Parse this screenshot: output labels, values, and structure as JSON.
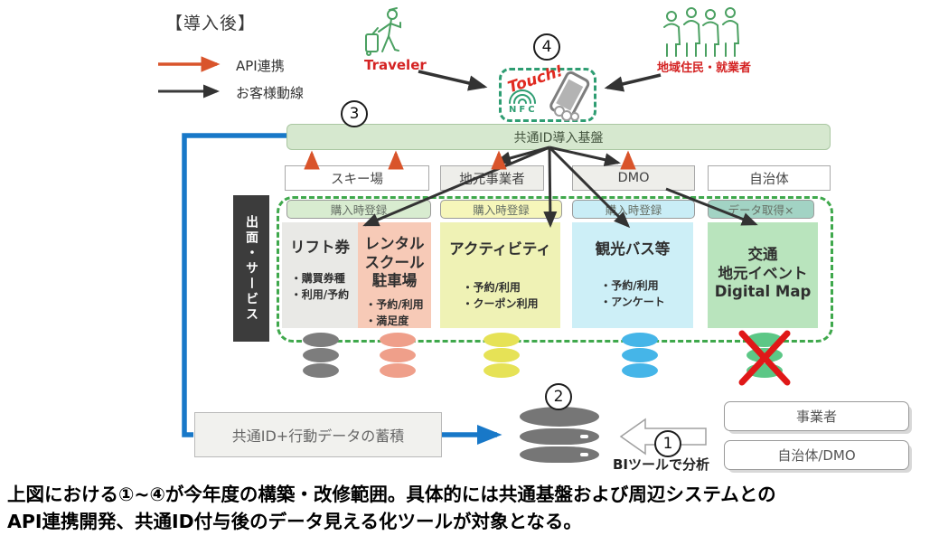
{
  "legend": {
    "title": "【導入後】",
    "api_label": "API連携",
    "flow_label": "お客様動線"
  },
  "actors": {
    "traveler_label": "Traveler",
    "residents_label": "地域住民・就業者"
  },
  "nfc": {
    "touch_label": "Touch!",
    "nfc_label": "NFC"
  },
  "markers": {
    "one": "1",
    "two": "2",
    "three": "3",
    "four": "4"
  },
  "platform_bar": {
    "label": "共通ID導入基盤",
    "bg": "#d6e8cf"
  },
  "org_boxes": [
    {
      "label": "スキー場",
      "bg": "#ffffff"
    },
    {
      "label": "地元事業者",
      "bg": "#eeeeea"
    },
    {
      "label": "DMO",
      "bg": "#eeeeea"
    },
    {
      "label": "自治体",
      "bg": "#ffffff"
    }
  ],
  "side_label": {
    "label": "出面・サービス",
    "bg": "#3c3c3c"
  },
  "registration_labels": [
    {
      "label": "購入時登録",
      "bg": "#d8ecd0"
    },
    {
      "label": "購入時登録",
      "bg": "#f6f6ba"
    },
    {
      "label": "購入時登録",
      "bg": "#c9edf6"
    },
    {
      "label": "データ取得×",
      "bg": "#a2d3c4"
    }
  ],
  "services": [
    {
      "title": "リフト券",
      "b1": "・購買券種",
      "b2": "・利用/予約",
      "bg": "#e9e9e6"
    },
    {
      "t1": "レンタル",
      "t2": "スクール",
      "t3": "駐車場",
      "b1": "・予約/利用",
      "b2": "・満足度",
      "bg": "#f7cab7"
    },
    {
      "title": "アクティビティ",
      "b1": "・予約/利用",
      "b2": "・クーポン利用",
      "bg": "#eff2b5"
    },
    {
      "title": "観光バス等",
      "b1": "・予約/利用",
      "b2": "・アンケート",
      "bg": "#cdeff7"
    },
    {
      "t1": "交通",
      "t2": "地元イベント",
      "t3": "Digital Map",
      "bg": "#b9e4bd"
    }
  ],
  "cylinders": [
    "#7d7d7d",
    "#ef9f8a",
    "#e6e256",
    "#45b5e8",
    "#5cc786"
  ],
  "big_database": {
    "bg": "#767676"
  },
  "accumulation_box": {
    "label": "共通ID+行動データの蓄積",
    "bg": "#f1f1ee"
  },
  "bi_label": "BIツールで分析",
  "output_boxes": [
    {
      "label": "事業者"
    },
    {
      "label": "自治体/DMO"
    }
  ],
  "footnote": {
    "line1": "上図における①~④が今年度の構築・改修範囲。具体的には共通基盤および周辺システムとの",
    "line2": "API連携開発、共通ID付与後のデータ見える化ツールが対象となる。"
  },
  "colors": {
    "api_arrow": "#d9542b",
    "customer_flow": "#333333",
    "data_flow_blue": "#1878c8",
    "frame_green": "#3fa84c",
    "red_cross": "#e01818",
    "actor_green": "#4aa061"
  }
}
